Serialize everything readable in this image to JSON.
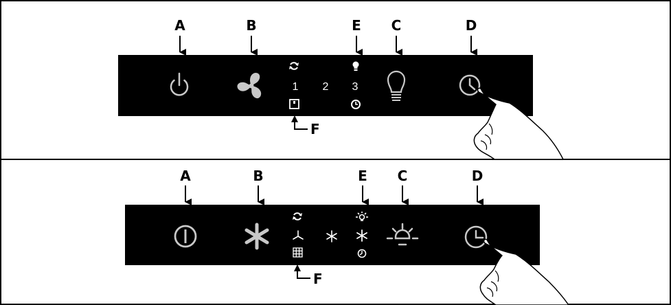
{
  "top_panel": {
    "callouts": {
      "a": "A",
      "b": "B",
      "c": "C",
      "d": "D",
      "e": "E",
      "f": "F"
    },
    "speeds": [
      "1",
      "2",
      "3"
    ],
    "icons": [
      "power-icon",
      "fan-icon",
      "recirculation-icon",
      "light-bulb-small-icon",
      "filter-icon",
      "timer-small-icon",
      "light-bulb-icon",
      "timer-icon",
      "hand-icon"
    ],
    "panel_color": "#000000",
    "glyph_color": "#ffffff",
    "button_color": "#c8c8c8"
  },
  "bottom_panel": {
    "callouts": {
      "a": "A",
      "b": "B",
      "c": "C",
      "d": "D",
      "e": "E",
      "f": "F"
    },
    "icons": [
      "power-icon",
      "fan-icon",
      "recirculation-icon",
      "speed-1-icon",
      "speed-2-icon",
      "speed-3-icon",
      "light-small-icon",
      "grease-filter-icon",
      "timer-small-icon",
      "light-icon",
      "timer-icon",
      "hand-icon"
    ],
    "panel_color": "#000000",
    "glyph_color": "#ffffff",
    "button_color": "#c8c8c8"
  }
}
